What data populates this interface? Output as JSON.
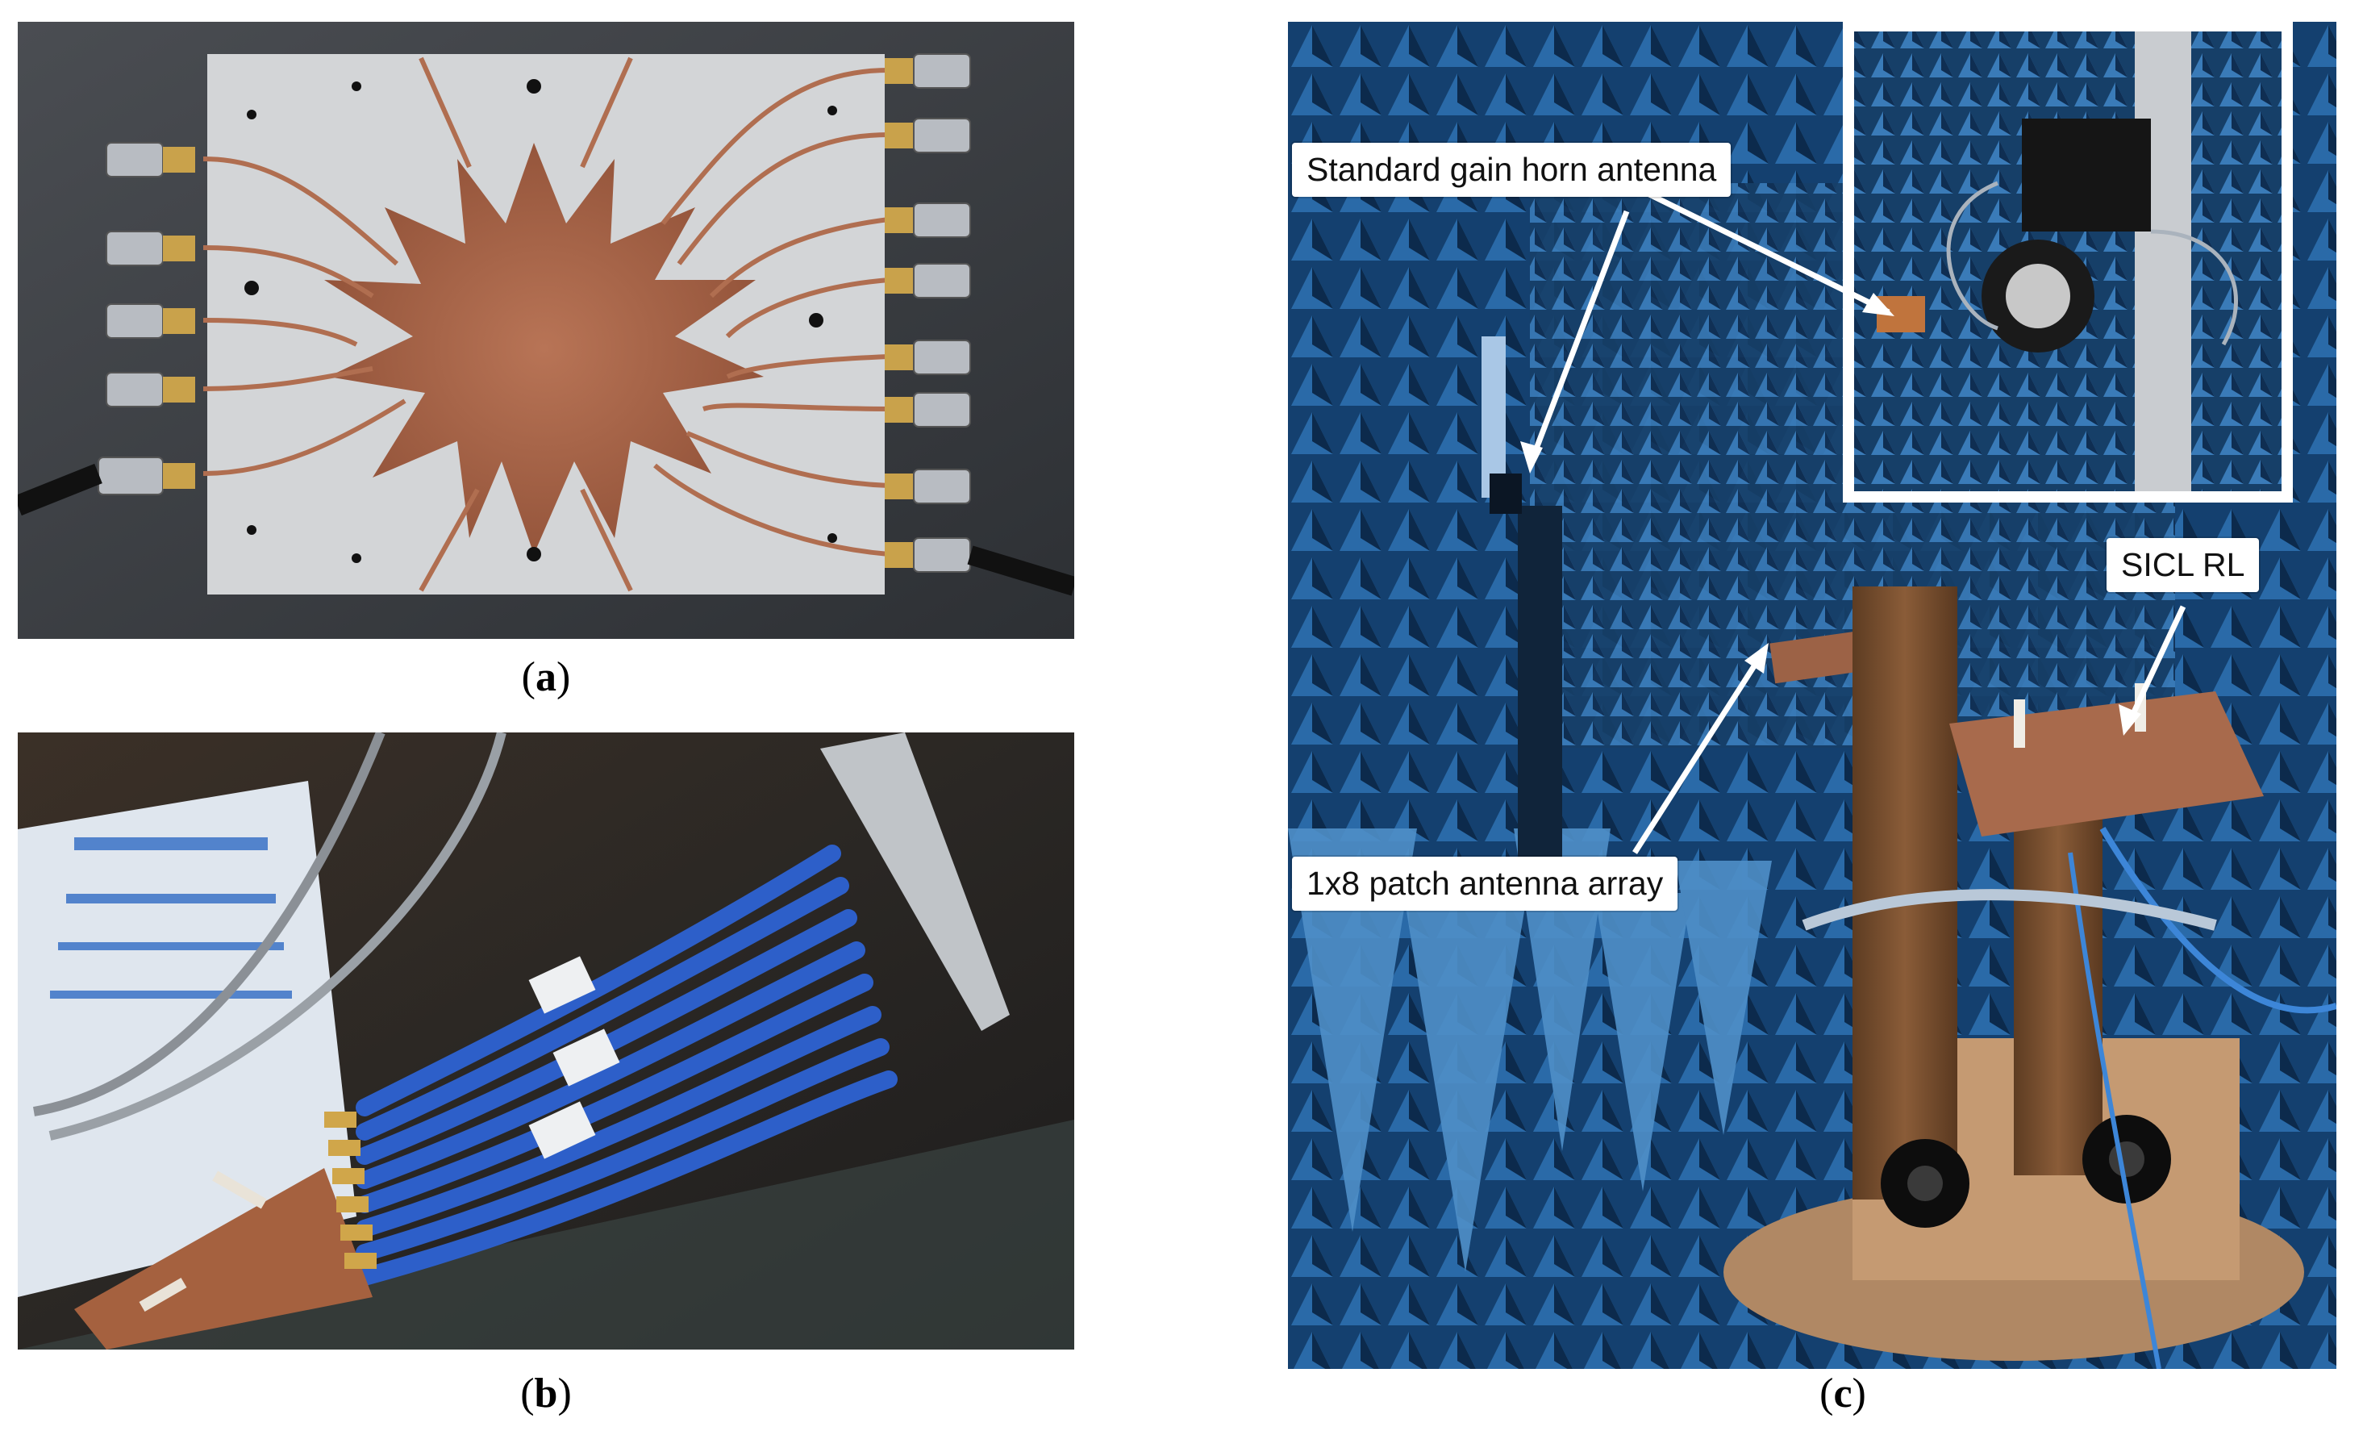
{
  "panels": {
    "a": {
      "letter": "a"
    },
    "b": {
      "letter": "b"
    },
    "c": {
      "letter": "c",
      "labels": {
        "horn": "Standard gain horn antenna",
        "sicl": "SICL RL",
        "patch": "1x8 patch antenna array"
      }
    }
  },
  "colors": {
    "board": "#d2d4d6",
    "copper": "#a86447",
    "chamber": "#1d4f86",
    "cable": "#2c5bc4",
    "wood": "#7a5132"
  }
}
